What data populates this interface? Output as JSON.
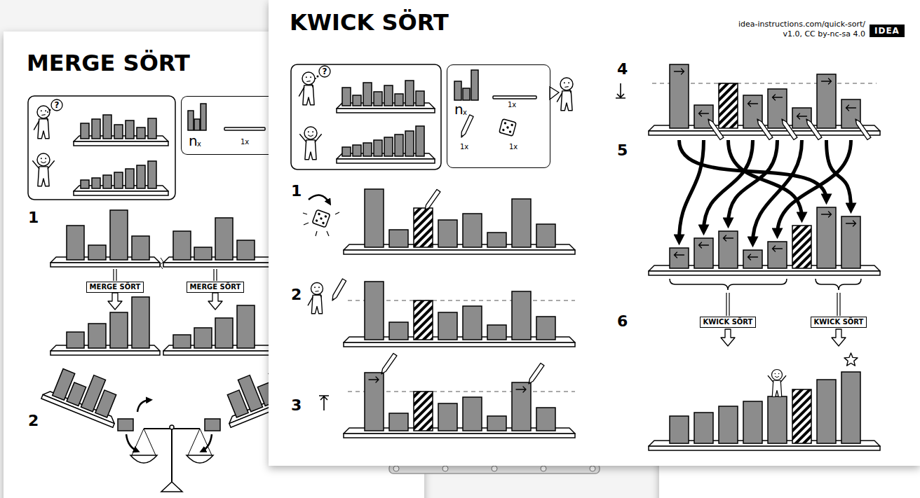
{
  "diagram": {
    "title": "KWICK SÖRT",
    "nodes": [
      {
        "text": [
          "n",
          "x",
          "1x"
        ]
      },
      {
        "text": [
          "MERGE SÖRT"
        ]
      },
      {
        "text": [
          "MERGE SÖRT"
        ]
      },
      {
        "text": [
          "IDEA"
        ]
      },
      {
        "text": [
          "n",
          "x",
          "1x",
          "1x",
          "1x"
        ]
      },
      {
        "text": [
          "KWICK SÖRT"
        ]
      },
      {
        "text": [
          "KWICK SÖRT"
        ]
      }
    ],
    "labels": [
      "MERGE SÖRT",
      "?",
      "1",
      "2",
      "idea-instructions.com/quick-sort/",
      "v1.0, CC by-nc-sa 4.0",
      "?",
      "1",
      "2",
      "3",
      "4",
      "5",
      "6"
    ]
  }
}
